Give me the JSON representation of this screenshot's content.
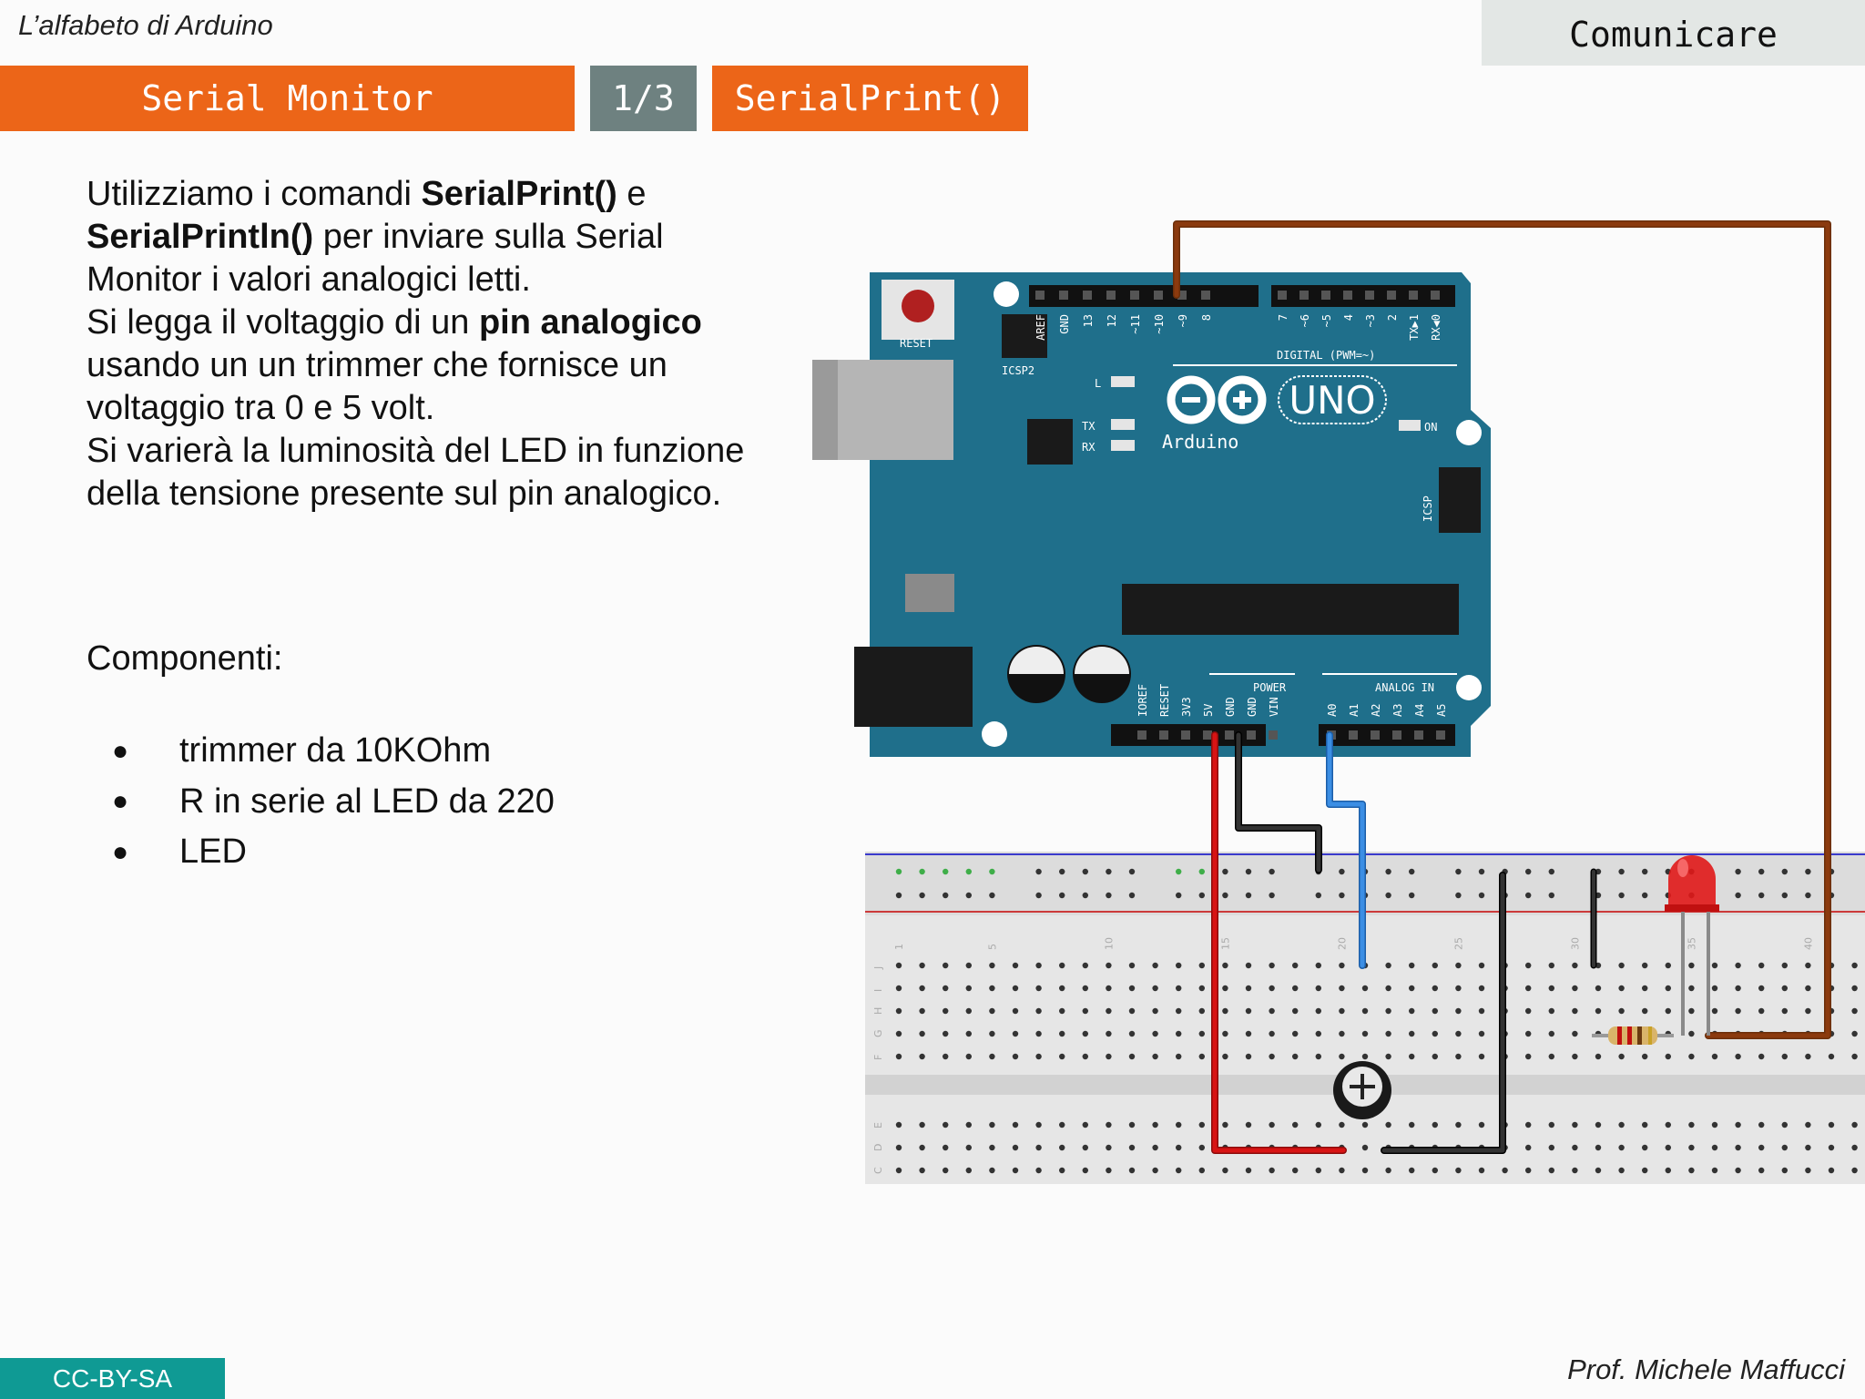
{
  "header": {
    "course_title": "L’alfabeto di Arduino",
    "section": "Comunicare",
    "tabs": [
      {
        "label": "Serial Monitor"
      },
      {
        "label": "1/3"
      },
      {
        "label": "SerialPrint()"
      }
    ]
  },
  "content": {
    "paragraph": [
      {
        "text": "Utilizziamo i comandi ",
        "bold": false
      },
      {
        "text": "SerialPrint()",
        "bold": true
      },
      {
        "text": " e ",
        "bold": false
      },
      {
        "text": "SerialPrintln()",
        "bold": true
      },
      {
        "text": " per inviare sulla Serial Monitor i valori analogici letti.",
        "bold": false
      },
      {
        "text": "Si legga il voltaggio di un ",
        "bold": false
      },
      {
        "text": "pin analogico",
        "bold": true
      },
      {
        "text": " usando un un trimmer che fornisce un voltaggio tra 0 e 5 volt.",
        "bold": false
      },
      {
        "text": "Si varierà la luminosità del LED in funzione della tensione presente sul pin analogico.",
        "bold": false
      }
    ],
    "components_title": "Componenti:",
    "components": [
      "trimmer da 10KOhm",
      "R in serie al LED da 220",
      "LED"
    ]
  },
  "diagram": {
    "board_name": "UNO",
    "board_brand": "Arduino",
    "reset_label": "RESET",
    "icsp2_label": "ICSP2",
    "icsp_label": "ICSP",
    "digital_label": "DIGITAL (PWM=~)",
    "power_label": "POWER",
    "analog_label": "ANALOG IN",
    "on_label": "ON",
    "led_labels": [
      "L",
      "TX",
      "RX"
    ],
    "digital_pins": [
      "AREF",
      "GND",
      "13",
      "12",
      "~11",
      "~10",
      "~9",
      "8",
      "7",
      "~6",
      "~5",
      "4",
      "~3",
      "2",
      "TX▶1",
      "RX◀0"
    ],
    "power_pins": [
      "IOREF",
      "RESET",
      "3V3",
      "5V",
      "GND",
      "GND",
      "VIN"
    ],
    "analog_pins": [
      "A0",
      "A1",
      "A2",
      "A3",
      "A4",
      "A5"
    ],
    "breadboard_columns": [
      "1",
      "5",
      "10",
      "15",
      "20",
      "25",
      "30",
      "35",
      "40"
    ],
    "breadboard_rows_top": [
      "J",
      "I",
      "H",
      "G",
      "F"
    ],
    "breadboard_rows_bottom": [
      "E",
      "D",
      "C"
    ],
    "colors": {
      "board": "#1f6f8b",
      "wire_5v": "#cc1111",
      "wire_gnd": "#222222",
      "wire_a0": "#2a7fd4",
      "wire_pin11": "#8b3a0e",
      "led": "#e01818",
      "orange": "#ec6518",
      "teal": "#0f9a94"
    }
  },
  "footer": {
    "license": "CC-BY-SA",
    "author": "Prof. Michele Maffucci"
  }
}
